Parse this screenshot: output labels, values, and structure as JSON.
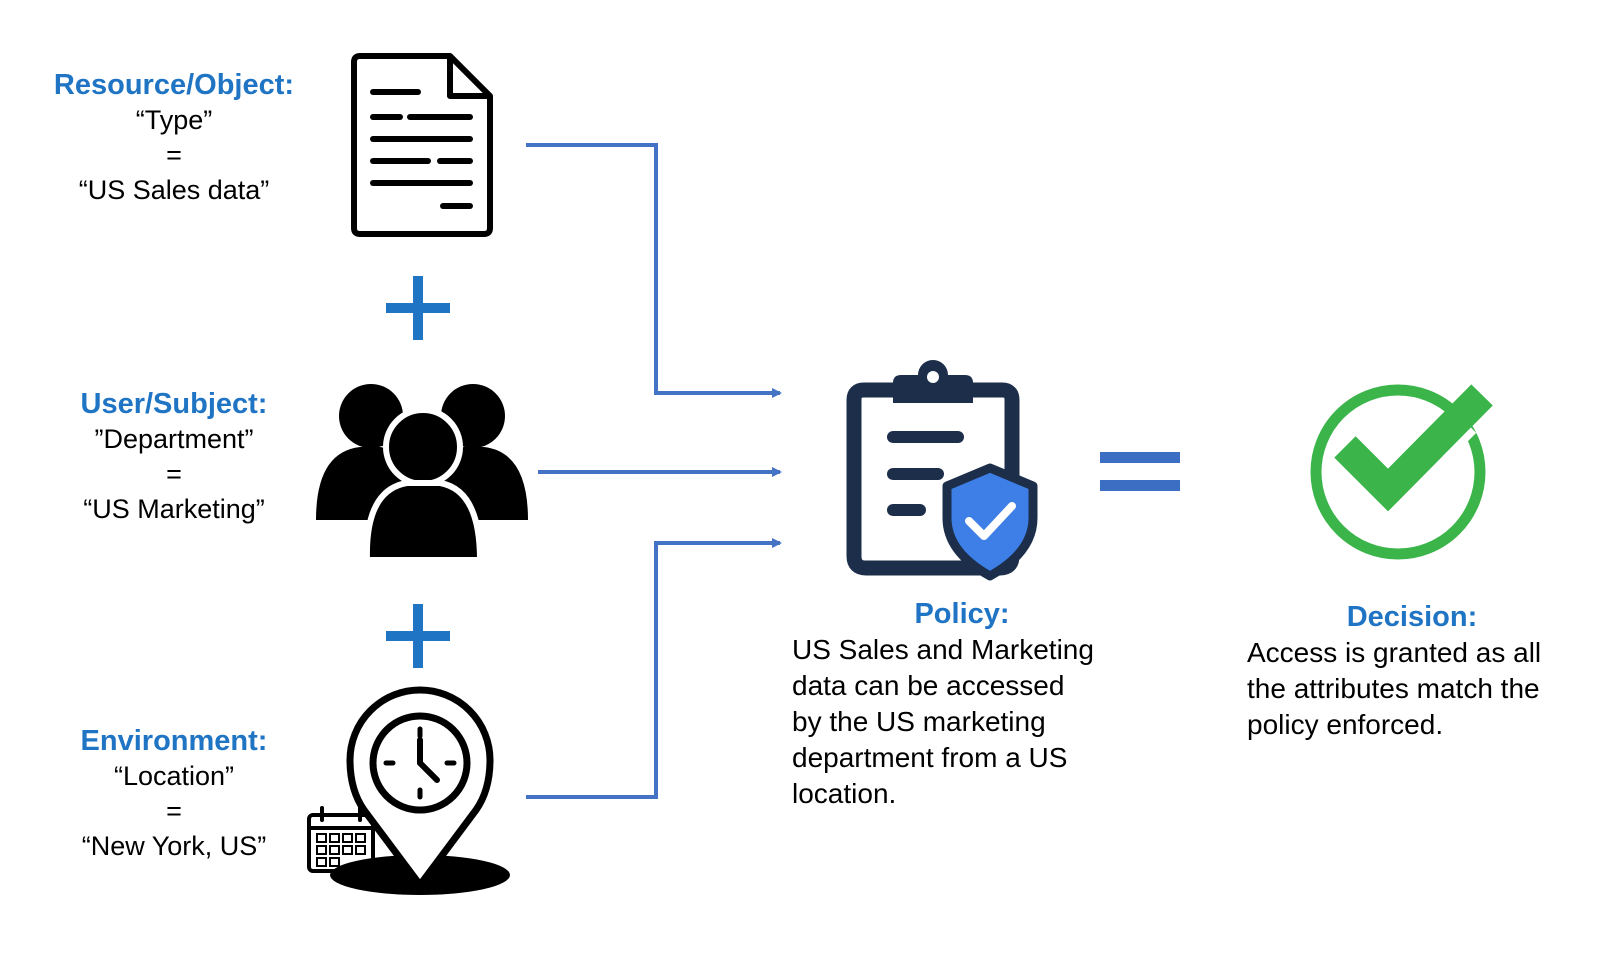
{
  "colors": {
    "accent_blue": "#1f74c4",
    "connector_blue": "#4472c4",
    "equals_blue": "#3c6fc4",
    "shield_blue": "#3d7fe6",
    "clipboard_navy": "#1c2e4a",
    "check_green": "#3bb54a",
    "icon_black": "#000000"
  },
  "resource": {
    "title": "Resource/Object:",
    "attribute": "“Type”",
    "operator": "=",
    "value": "“US Sales data”",
    "icon": "document-icon"
  },
  "user": {
    "title": "User/Subject:",
    "attribute": "”Department”",
    "operator": "=",
    "value": "“US Marketing”",
    "icon": "user-group-icon"
  },
  "environment": {
    "title": "Environment:",
    "attribute": "“Location”",
    "operator": "=",
    "value": "“New York, US”",
    "icon": "location-clock-icon"
  },
  "policy": {
    "title": "Policy:",
    "text": "US Sales and Marketing\ndata can be accessed\nby the US marketing\ndepartment from a US\nlocation.",
    "icon": "policy-clipboard-shield-icon"
  },
  "decision": {
    "title": "Decision:",
    "text": "Access is granted as all\nthe attributes match the\npolicy enforced.",
    "icon": "check-circle-icon"
  },
  "operators": [
    "plus",
    "plus",
    "equals"
  ]
}
